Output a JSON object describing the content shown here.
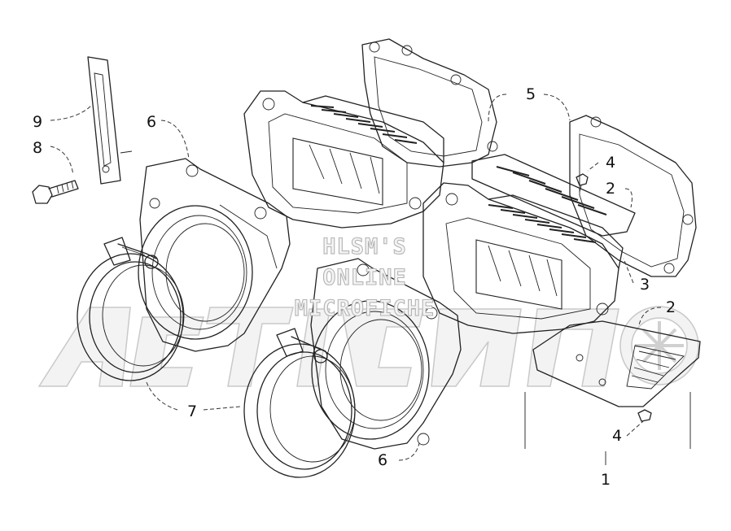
{
  "watermark": {
    "line1": "HLSM'S",
    "line2": "ONLINE",
    "line3": "MICROFICHE",
    "logo_text": "ArcticCat"
  },
  "callouts": [
    {
      "id": "1",
      "part": "reed valve assembly"
    },
    {
      "id": "2",
      "part": "reed stopper"
    },
    {
      "id": "2",
      "part": "reed stopper"
    },
    {
      "id": "3",
      "part": "reed valve block"
    },
    {
      "id": "4",
      "part": "screw"
    },
    {
      "id": "4",
      "part": "screw"
    },
    {
      "id": "5",
      "part": "gasket"
    },
    {
      "id": "6",
      "part": "intake flange"
    },
    {
      "id": "6",
      "part": "intake flange"
    },
    {
      "id": "7",
      "part": "hose clamp"
    },
    {
      "id": "8",
      "part": "bolt"
    },
    {
      "id": "9",
      "part": "bracket"
    }
  ],
  "colors": {
    "line": "#222222",
    "watermark": "#c9c9c9",
    "background": "#ffffff"
  }
}
